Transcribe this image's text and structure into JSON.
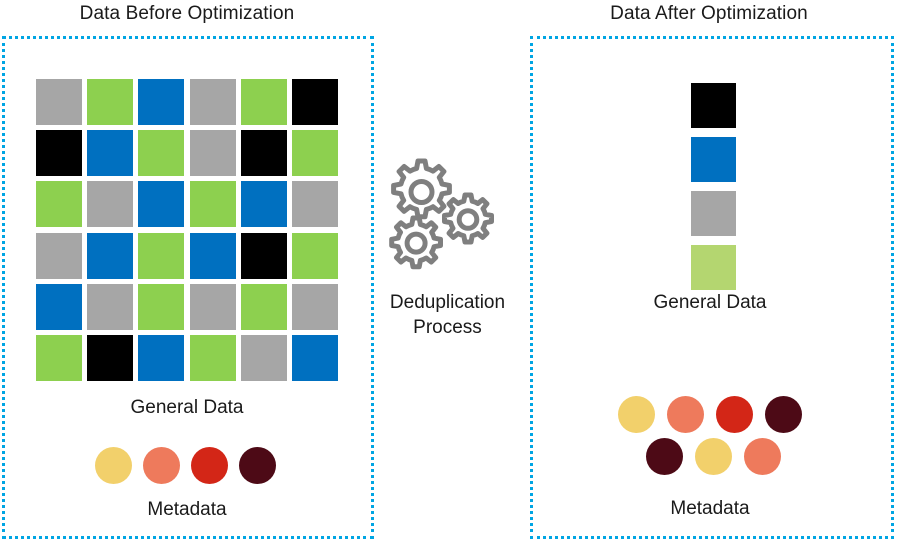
{
  "diagram": {
    "panels": {
      "before": {
        "title": "Data Before Optimization",
        "general_caption": "General Data",
        "metadata_caption": "Metadata",
        "grid": {
          "rows": 6,
          "cols": 6,
          "colors": [
            [
              "#a6a6a6",
              "#8dd04f",
              "#0070c0",
              "#a6a6a6",
              "#8dd04f",
              "#000000"
            ],
            [
              "#000000",
              "#0070c0",
              "#8dd04f",
              "#a6a6a6",
              "#000000",
              "#8dd04f"
            ],
            [
              "#8dd04f",
              "#a6a6a6",
              "#0070c0",
              "#8dd04f",
              "#0070c0",
              "#a6a6a6"
            ],
            [
              "#a6a6a6",
              "#0070c0",
              "#8dd04f",
              "#0070c0",
              "#000000",
              "#8dd04f"
            ],
            [
              "#0070c0",
              "#a6a6a6",
              "#8dd04f",
              "#a6a6a6",
              "#8dd04f",
              "#a6a6a6"
            ],
            [
              "#8dd04f",
              "#000000",
              "#0070c0",
              "#8dd04f",
              "#a6a6a6",
              "#0070c0"
            ]
          ]
        },
        "metadata_circles": [
          "#f2d06b",
          "#ee7a5c",
          "#d32617",
          "#4d0a16"
        ]
      },
      "after": {
        "title": "Data After Optimization",
        "general_caption": "General Data",
        "metadata_caption": "Metadata",
        "stack_colors": [
          "#000000",
          "#0070c0",
          "#a6a6a6",
          "#b4d670"
        ],
        "metadata_circles_row1": [
          "#f2d06b",
          "#ee7a5c",
          "#d32617",
          "#4d0a16"
        ],
        "metadata_circles_row2": [
          "#4d0a16",
          "#f2d06b",
          "#ee7a5c"
        ]
      }
    },
    "process": {
      "label_line1": "Deduplication",
      "label_line2": "Process",
      "icon": "gears-icon",
      "gear_count": 3,
      "gear_color": "#7f7f7f"
    },
    "style": {
      "panel_border_color": "#00a5e3",
      "panel_border_style": "dotted",
      "background": "#ffffff",
      "text_color": "#1a1a1a"
    }
  }
}
